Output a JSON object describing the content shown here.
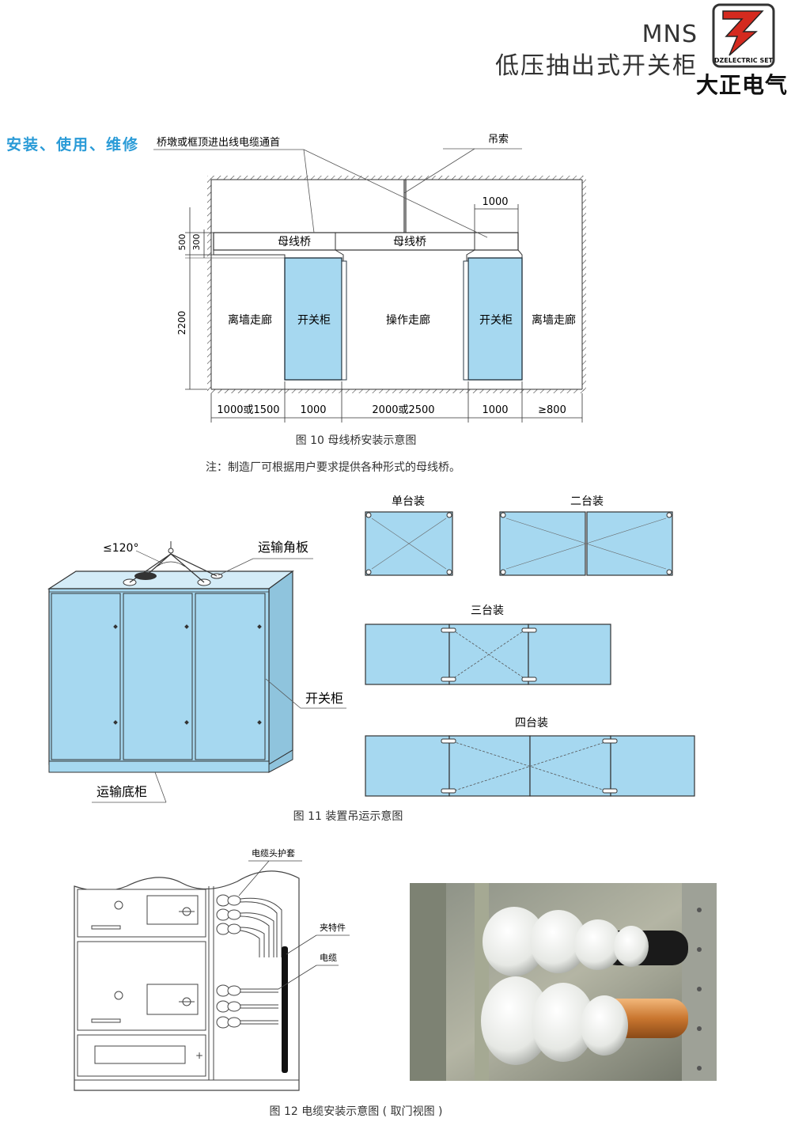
{
  "header": {
    "product_code": "MNS",
    "product_name": "低压抽出式开关柜",
    "brand_name": "大正电气",
    "logo_text": "DZELECTRIC SET"
  },
  "section": {
    "heading": "安装、使用、维修"
  },
  "figure10": {
    "label_cable_entry": "桥墩或框顶进出线电缆通首",
    "label_sling": "吊索",
    "label_bus_bridge_left": "母线桥",
    "label_bus_bridge_center": "母线桥",
    "label_wall_corridor_left": "离墙走廊",
    "label_cabinet_left": "开关柜",
    "label_operation_corridor": "操作走廊",
    "label_cabinet_right": "开关柜",
    "label_wall_corridor_right": "离墙走廊",
    "dim_top_1000": "1000",
    "dim_500": "500",
    "dim_300": "300",
    "dim_2200": "2200",
    "dim_bottom_1": "1000或1500",
    "dim_bottom_2": "1000",
    "dim_bottom_3": "2000或2500",
    "dim_bottom_4": "1000",
    "dim_bottom_5": "≥800",
    "caption": "图 10 母线桥安装示意图",
    "note": "注：制造厂可根据用户要求提供各种形式的母线桥。"
  },
  "figure11": {
    "angle_label": "≤120°",
    "label_transport_angle_plate": "运输角板",
    "label_cabinet": "开关柜",
    "label_transport_base": "运输底柜",
    "title_single": "单台装",
    "title_double": "二台装",
    "title_triple": "三台装",
    "title_quad": "四台装",
    "caption": "图 11  装置吊运示意图"
  },
  "figure12": {
    "label_cable_head_sleeve": "电缆头护套",
    "label_clamp": "夹特件",
    "label_cable": "电缆",
    "caption": "图 12  电缆安装示意图 ( 取门视图 )"
  },
  "colors": {
    "cabinet_fill": "#a6d8f0",
    "cabinet_stroke": "#2a3a44",
    "heading_blue": "#2a9bd7",
    "logo_red": "#d42a1f"
  }
}
